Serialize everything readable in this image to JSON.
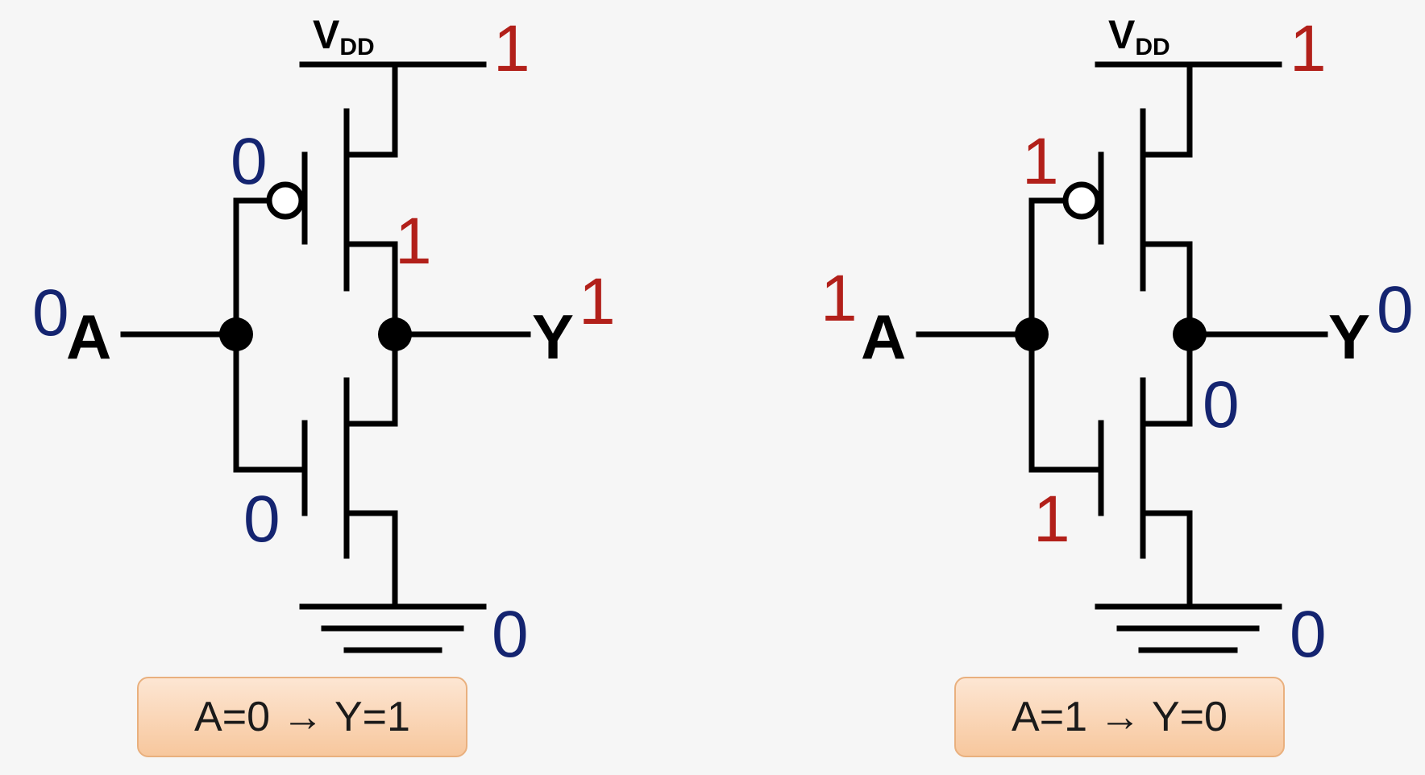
{
  "circuits": [
    {
      "vdd_label": "V",
      "vdd_sub": "DD",
      "vdd_value": "1",
      "gnd_value": "0",
      "input_name": "A",
      "input_value": "0",
      "output_name": "Y",
      "output_value": "1",
      "pmos_gate_value": "0",
      "nmos_gate_value": "0",
      "internal_node_value": "1",
      "caption": "A=0 → Y=1"
    },
    {
      "vdd_label": "V",
      "vdd_sub": "DD",
      "vdd_value": "1",
      "gnd_value": "0",
      "input_name": "A",
      "input_value": "1",
      "output_name": "Y",
      "output_value": "0",
      "pmos_gate_value": "1",
      "nmos_gate_value": "1",
      "internal_node_value": "0",
      "caption": "A=1 → Y=0"
    }
  ],
  "colors": {
    "logic_high": "#b2201a",
    "logic_low": "#142470",
    "wire": "#000000",
    "caption_fill": "#f7c79d"
  }
}
